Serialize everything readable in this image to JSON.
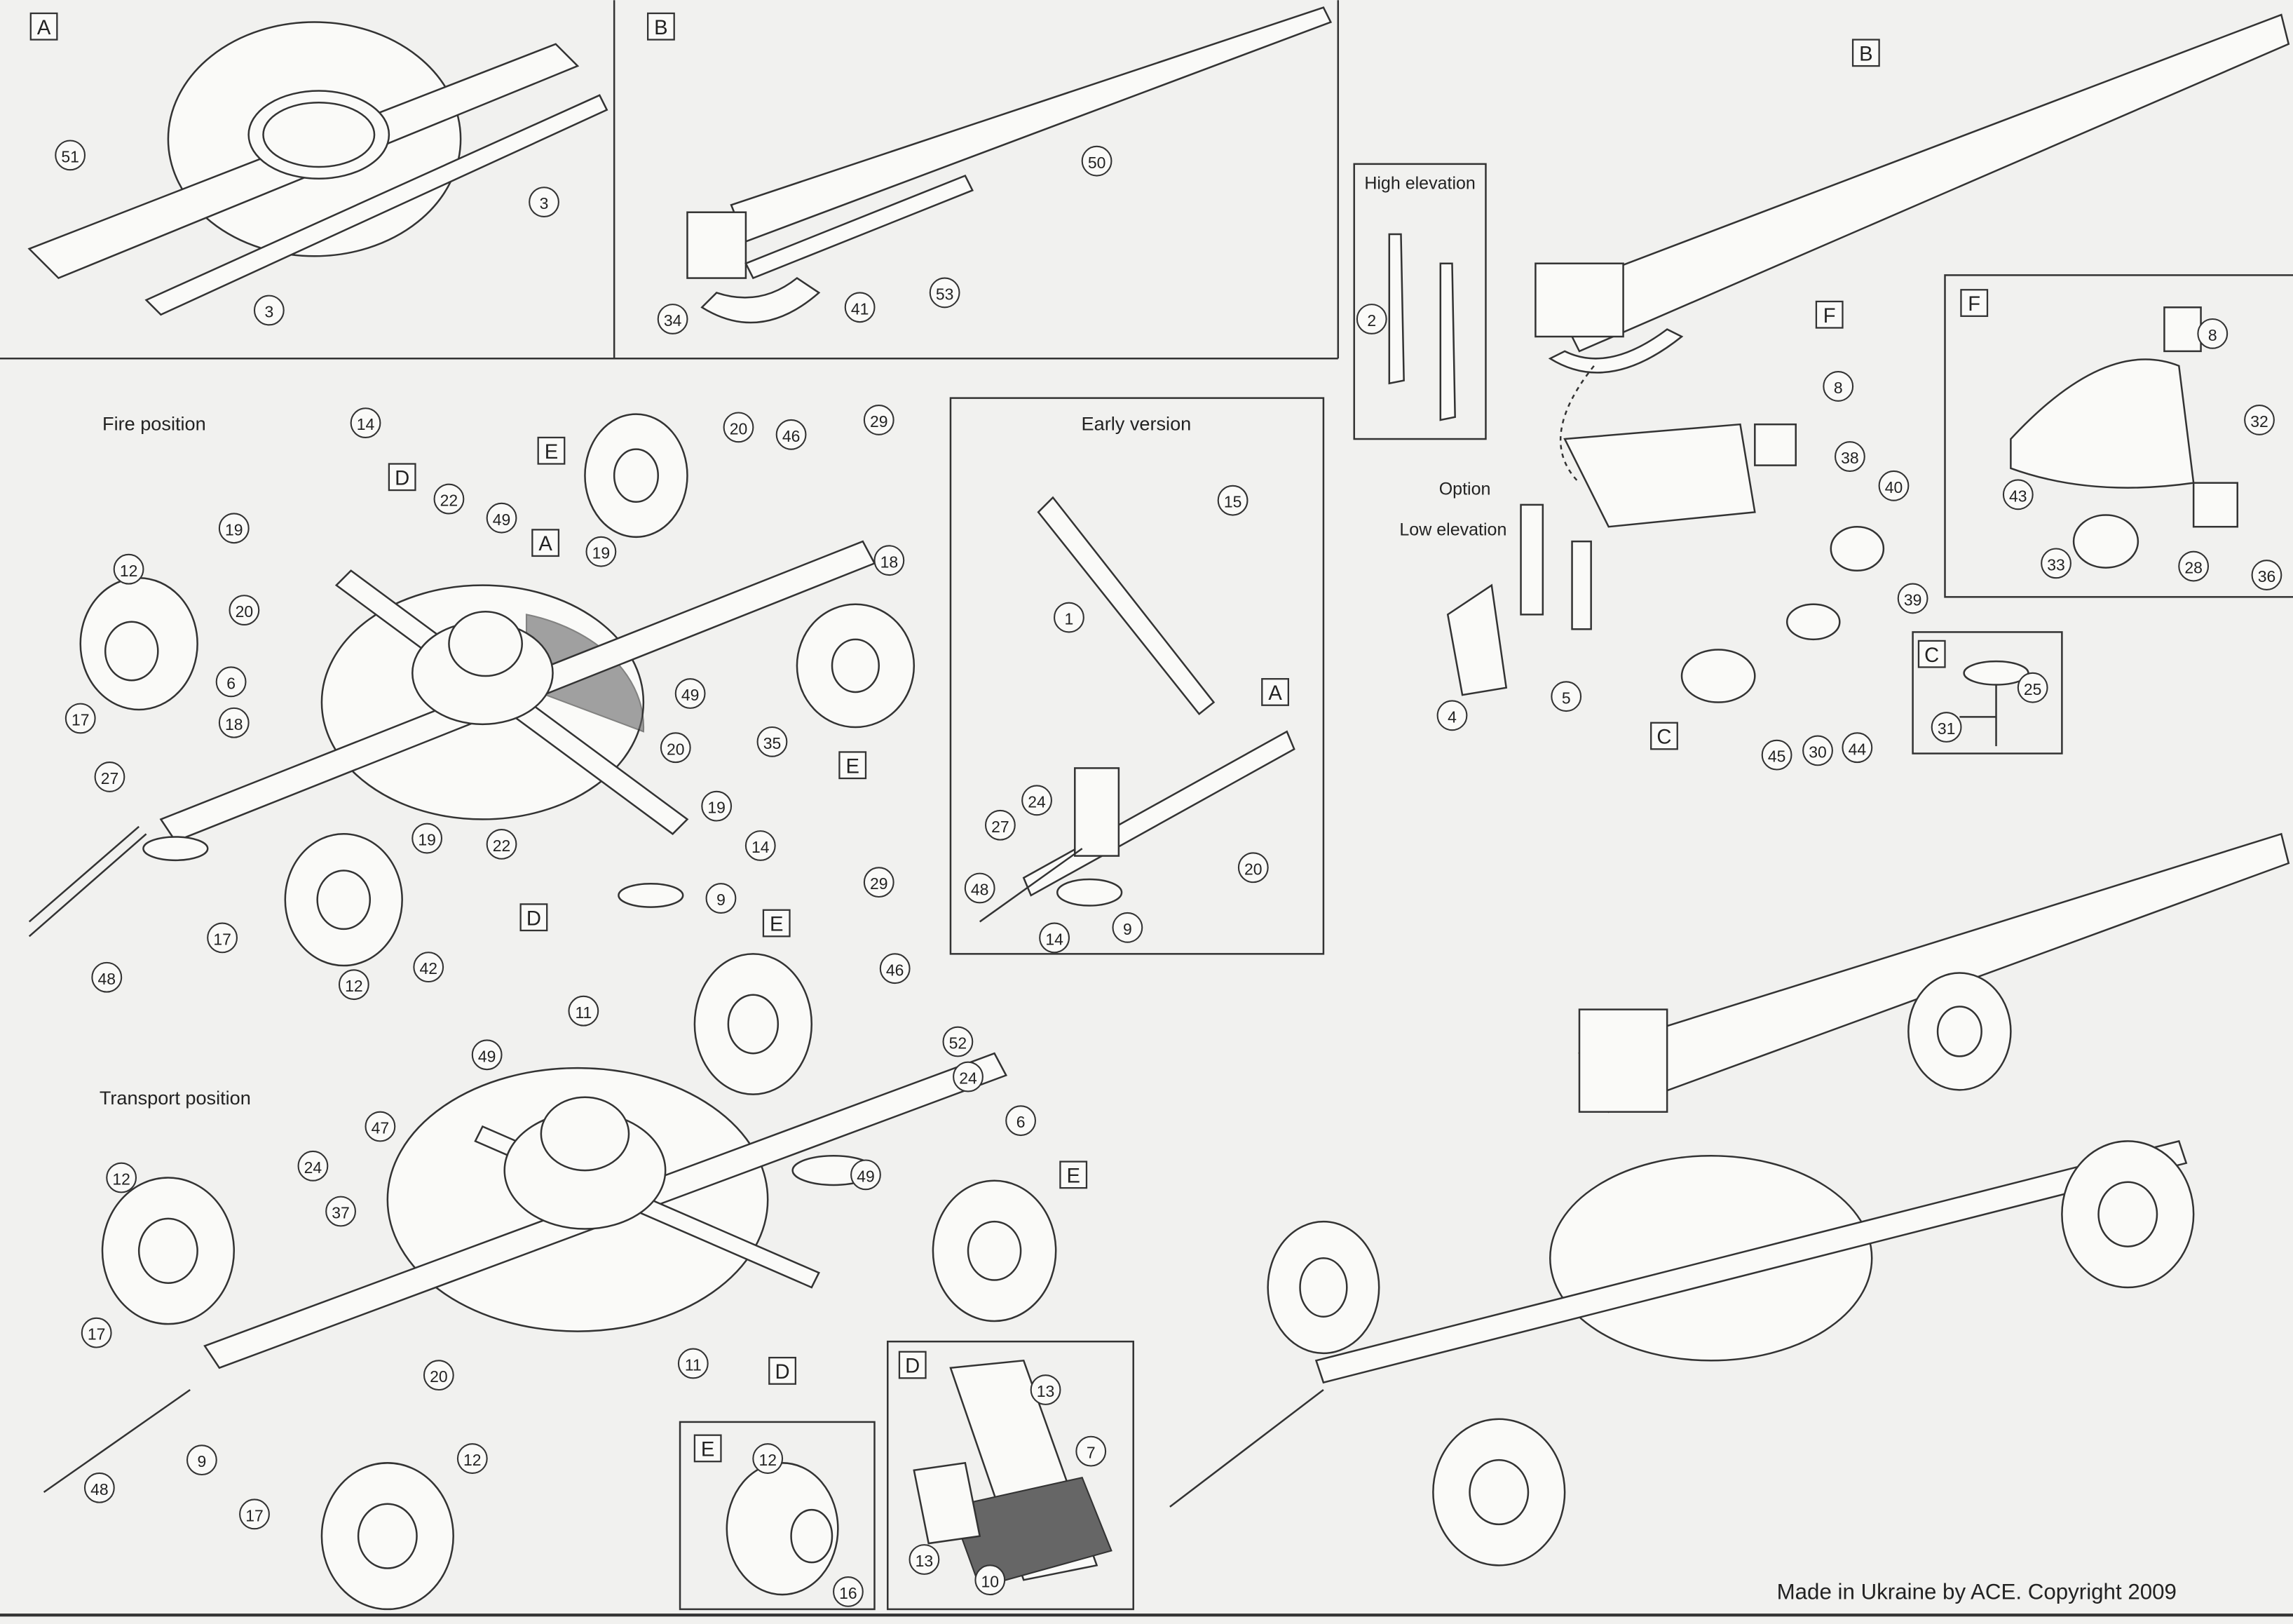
{
  "panels": {
    "A": {
      "label": "A",
      "callouts": [
        "51",
        "3",
        "3"
      ]
    },
    "B": {
      "label": "B",
      "callouts": [
        "50",
        "53",
        "41",
        "34"
      ]
    },
    "fire": {
      "title": "Fire position",
      "box_labels": [
        "D",
        "E",
        "A",
        "E",
        "D"
      ],
      "callouts": [
        "14",
        "22",
        "49",
        "20",
        "46",
        "29",
        "19",
        "19",
        "18",
        "12",
        "20",
        "6",
        "17",
        "18",
        "49",
        "35",
        "27",
        "20",
        "19",
        "22",
        "19",
        "14",
        "9",
        "17",
        "12",
        "42",
        "48"
      ]
    },
    "early": {
      "title": "Early version",
      "box_labels": [
        "A"
      ],
      "callouts": [
        "15",
        "1",
        "24",
        "27",
        "20",
        "48",
        "14",
        "9"
      ]
    },
    "transport": {
      "title": "Transport position",
      "box_labels": [
        "E",
        "E",
        "D"
      ],
      "callouts": [
        "29",
        "46",
        "11",
        "49",
        "52",
        "24",
        "47",
        "6",
        "12",
        "24",
        "49",
        "37",
        "17",
        "20",
        "11",
        "9",
        "12",
        "17",
        "48"
      ]
    },
    "detail_E": {
      "label": "E",
      "callouts": [
        "12",
        "16"
      ]
    },
    "detail_D": {
      "label": "D",
      "callouts": [
        "13",
        "7",
        "13",
        "10"
      ]
    },
    "right_B": {
      "label": "B"
    },
    "high_elevation": {
      "title": "High elevation",
      "callouts": [
        "2"
      ]
    },
    "option": {
      "option_label": "Option",
      "low_label": "Low elevation",
      "box_labels": [
        "F",
        "C"
      ],
      "callouts": [
        "8",
        "38",
        "40",
        "39",
        "4",
        "5",
        "45",
        "30",
        "44"
      ]
    },
    "detail_F": {
      "label": "F",
      "callouts": [
        "8",
        "32",
        "43",
        "33",
        "28",
        "36"
      ]
    },
    "detail_C": {
      "label": "C",
      "callouts": [
        "25",
        "31"
      ]
    }
  },
  "footer": "Made in Ukraine by ACE. Copyright 2009"
}
